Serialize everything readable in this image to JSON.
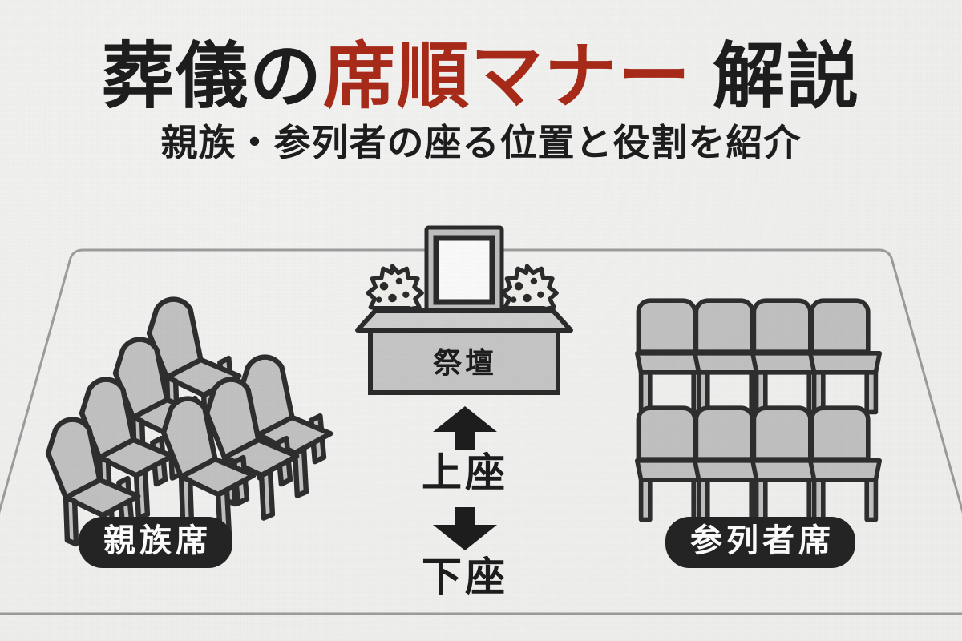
{
  "header": {
    "title_part1": "葬儀の",
    "title_accent": "席順マナー",
    "title_part2": "解説",
    "subtitle": "親族・参列者の座る位置と役割を紹介"
  },
  "colors": {
    "background": "#f1f1f0",
    "accent_red": "#a82a19",
    "ink": "#1d1d1d",
    "badge_bg": "#242424",
    "chair_fill": "#c2c2c2",
    "chair_outline": "#2e2e2e",
    "altar_fill": "#c6c6c6",
    "floor_line": "#9a9a9a",
    "pot_fill": "#6d6e5e"
  },
  "diagram": {
    "altar": {
      "label": "祭壇",
      "photo_frame_name": "memorial-photo-frame",
      "flower_count": 2
    },
    "order_axis": {
      "up_arrow": "▲",
      "upper_seat_label": "上座",
      "down_arrow": "▼",
      "lower_seat_label": "下座"
    },
    "zones": [
      {
        "id": "family",
        "badge_label": "親族席",
        "side": "left",
        "chair_view": "three-quarter",
        "chair_count": 7,
        "groups": [
          {
            "name": "family-row-front",
            "count": 4
          },
          {
            "name": "family-row-back",
            "count": 3
          }
        ]
      },
      {
        "id": "attendee",
        "badge_label": "参列者席",
        "side": "right",
        "chair_view": "front",
        "chair_count": 8,
        "groups": [
          {
            "name": "attendee-row-1",
            "count": 4
          },
          {
            "name": "attendee-row-2",
            "count": 4
          }
        ]
      }
    ]
  }
}
